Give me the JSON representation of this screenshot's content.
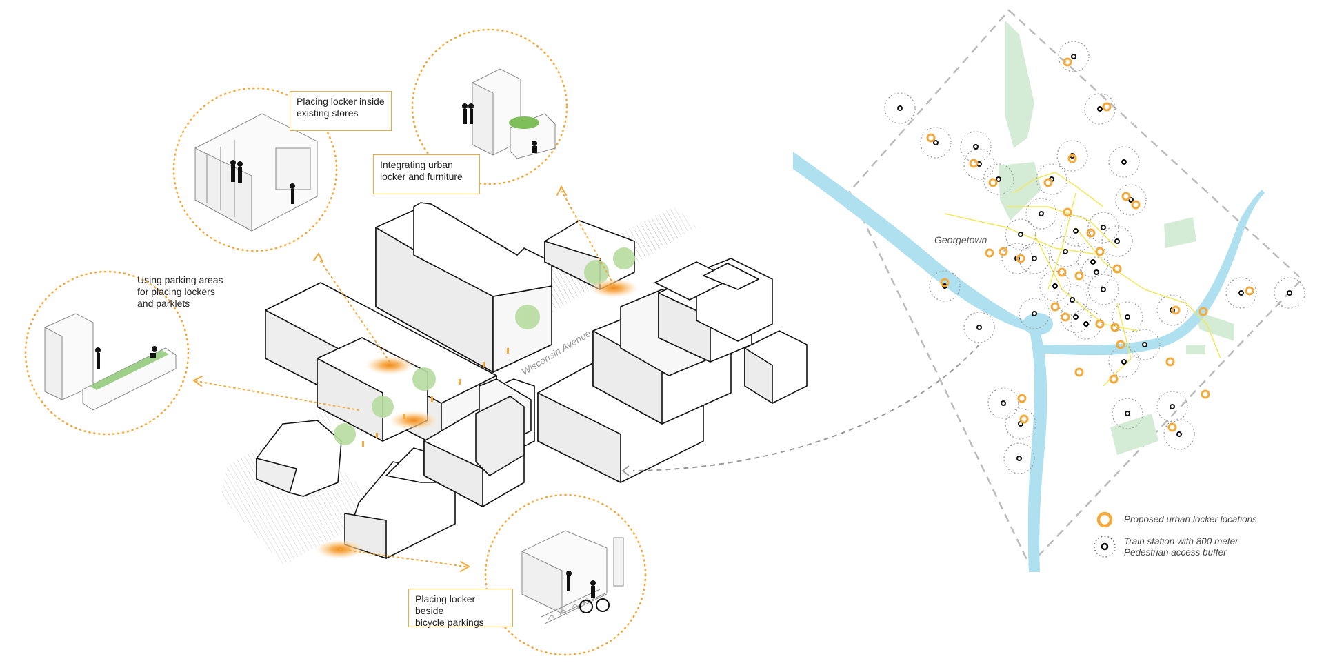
{
  "colors": {
    "accent": "#f4a93a",
    "river": "#aee0f0",
    "park": "#d4ecd6",
    "rail": "#f2e85a",
    "buffer": "#999999",
    "building_outline": "#111111",
    "tree": "#b8dca0"
  },
  "street_label": "Wisconsin Avenue",
  "callouts": {
    "stores": [
      "Placing locker inside",
      "existing stores"
    ],
    "furniture": [
      "Integrating urban",
      "locker and furniture"
    ],
    "parking": [
      "Using parking areas",
      "for placing lockers",
      "and parklets"
    ],
    "bicycle": [
      "Placing locker beside",
      "bicycle parkings"
    ]
  },
  "map": {
    "neighborhood_label": "Georgetown"
  },
  "legend": {
    "proposed_locker": "Proposed urban locker locations",
    "train_station_line1": "Train station with 800 meter",
    "train_station_line2": "Pedestrian access buffer"
  }
}
